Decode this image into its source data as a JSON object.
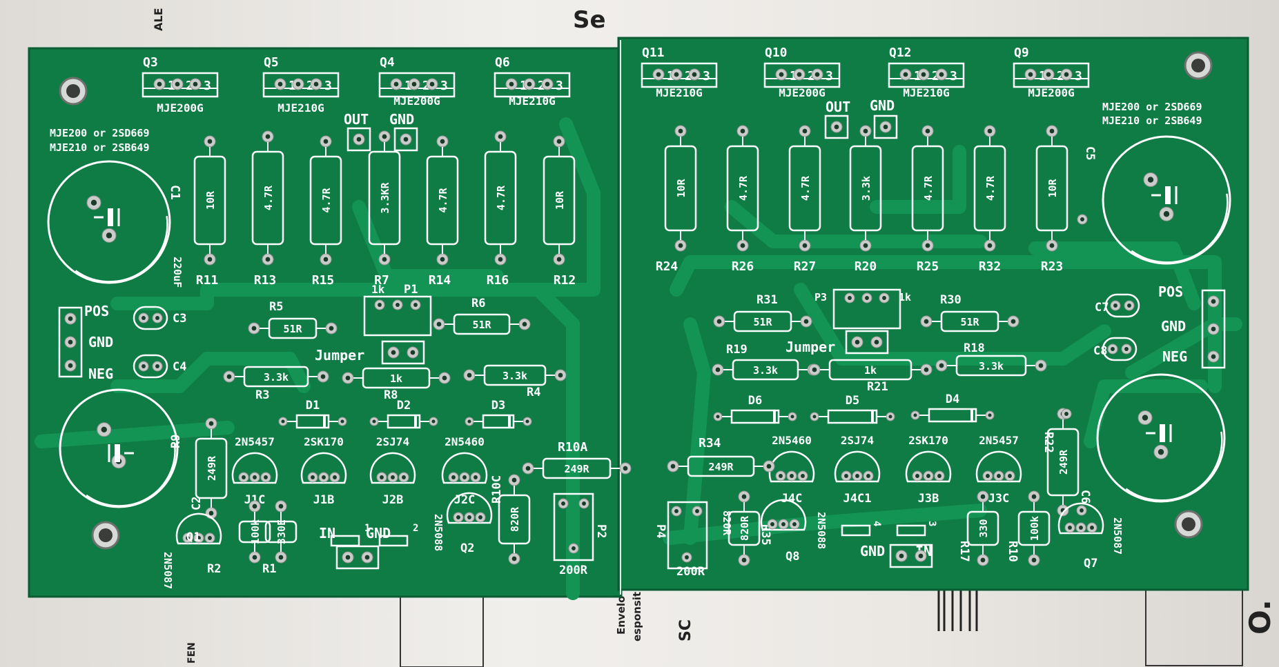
{
  "colors": {
    "board": "#0f7c46",
    "board_dark": "#0b6a3b",
    "trace": "#139455",
    "silkscreen": "#ffffff",
    "pad": "#c9ccc8",
    "background_paper": "#ebe8e4"
  },
  "background_text": [
    "Se",
    "ALE",
    "FEN",
    "Envelo",
    "esponsit",
    "SC",
    "O."
  ],
  "board_left": {
    "transistors_top": [
      {
        "ref": "Q3",
        "part": "MJE200G"
      },
      {
        "ref": "Q5",
        "part": "MJE210G"
      },
      {
        "ref": "Q4",
        "part": "MJE200G"
      },
      {
        "ref": "Q6",
        "part": "MJE210G"
      }
    ],
    "note_lines": [
      "MJE200 or 2SD669",
      "MJE210 or 2SB649"
    ],
    "out_label": "OUT",
    "gnd_label": "GND",
    "resistors_top": [
      {
        "value": "10R",
        "ref": "R11"
      },
      {
        "value": "4.7R",
        "ref": "R13"
      },
      {
        "value": "4.7R",
        "ref": "R15"
      },
      {
        "value": "3.3KR",
        "ref": "R7"
      },
      {
        "value": "4.7R",
        "ref": "R14"
      },
      {
        "value": "4.7R",
        "ref": "R16"
      },
      {
        "value": "10R",
        "ref": "R12"
      }
    ],
    "cap_c1": "C1",
    "cap_value": "220uF",
    "power_labels": [
      "POS",
      "GND",
      "NEG"
    ],
    "c3": "C3",
    "c4": "C4",
    "r5": {
      "ref": "R5",
      "value": "51R"
    },
    "r6": {
      "ref": "R6",
      "value": "51R"
    },
    "p1": {
      "ref": "P1",
      "value": "1k"
    },
    "jumper": "Jumper",
    "r3": {
      "ref": "R3",
      "value": "3.3k"
    },
    "r8": {
      "ref": "R8",
      "value": "1k"
    },
    "r4": {
      "ref": "R4",
      "value": "3.3k"
    },
    "diodes": [
      "D1",
      "D2",
      "D3"
    ],
    "jfets": [
      {
        "part": "2N5457",
        "ref": "J1C"
      },
      {
        "part": "2SK170",
        "ref": "J1B"
      },
      {
        "part": "2SJ74",
        "ref": "J2B"
      },
      {
        "part": "2N5460",
        "ref": "J2C"
      }
    ],
    "r9": {
      "ref": "R9",
      "value": "249R"
    },
    "c2": "C2",
    "r10a": {
      "ref": "R10A",
      "value": "249R"
    },
    "r2": {
      "ref": "R2",
      "value": "100k"
    },
    "r1": {
      "ref": "R1",
      "value": "330E"
    },
    "in_label": "IN",
    "gnd2_label": "GND",
    "q1": {
      "ref": "Q1",
      "part": "2N5087"
    },
    "q2": {
      "ref": "Q2",
      "part": "2N5088"
    },
    "r10c": {
      "ref": "R10C",
      "value": "820R"
    },
    "p2": {
      "ref": "P2",
      "value": "200R"
    },
    "pad_marks": [
      "1",
      "2"
    ]
  },
  "board_right": {
    "transistors_top": [
      {
        "ref": "Q11",
        "part": "MJE210G"
      },
      {
        "ref": "Q10",
        "part": "MJE200G"
      },
      {
        "ref": "Q12",
        "part": "MJE210G"
      },
      {
        "ref": "Q9",
        "part": "MJE200G"
      }
    ],
    "note_lines": [
      "MJE200 or 2SD669",
      "MJE210 or 2SB649"
    ],
    "out_label": "OUT",
    "gnd_label": "GND",
    "resistors_top": [
      {
        "value": "10R",
        "ref": "R24"
      },
      {
        "value": "4.7R",
        "ref": "R26"
      },
      {
        "value": "4.7R",
        "ref": "R27"
      },
      {
        "value": "3.3k",
        "ref": "R20"
      },
      {
        "value": "4.7R",
        "ref": "R25"
      },
      {
        "value": "4.7R",
        "ref": "R32"
      },
      {
        "value": "10R",
        "ref": "R23"
      }
    ],
    "c5": "C5",
    "power_labels": [
      "POS",
      "GND",
      "NEG"
    ],
    "c7": "C7",
    "c8": "C8",
    "r31": {
      "ref": "R31",
      "value": "51R"
    },
    "r30": {
      "ref": "R30",
      "value": "51R"
    },
    "p3": {
      "ref": "P3",
      "value": "1k"
    },
    "jumper": "Jumper",
    "r19": {
      "ref": "R19",
      "value": "3.3k"
    },
    "r21": {
      "ref": "R21",
      "value": "1k"
    },
    "r18": {
      "ref": "R18",
      "value": "3.3k"
    },
    "diodes": [
      "D6",
      "D5",
      "D4"
    ],
    "jfets": [
      {
        "part": "2N5460",
        "ref": "J4C"
      },
      {
        "part": "2SJ74",
        "ref": "J4C1"
      },
      {
        "part": "2SK170",
        "ref": "J3B"
      },
      {
        "part": "2N5457",
        "ref": "J3C"
      }
    ],
    "r22": {
      "ref": "R22",
      "value": "249R"
    },
    "c6": "C6",
    "r34": {
      "ref": "R34",
      "value": "249R"
    },
    "p4": {
      "ref": "P4",
      "value": "200R"
    },
    "r35": {
      "ref": "R35",
      "value": "820R"
    },
    "q8": {
      "ref": "Q8",
      "part": "2N5088"
    },
    "r17": {
      "ref": "R17",
      "value": "330"
    },
    "r10": {
      "ref": "R10",
      "value": "100k"
    },
    "q7": {
      "ref": "Q7",
      "part": "2N5087"
    },
    "gnd2_label": "GND",
    "in_label": "IN",
    "pad_marks": [
      "4",
      "3"
    ]
  }
}
